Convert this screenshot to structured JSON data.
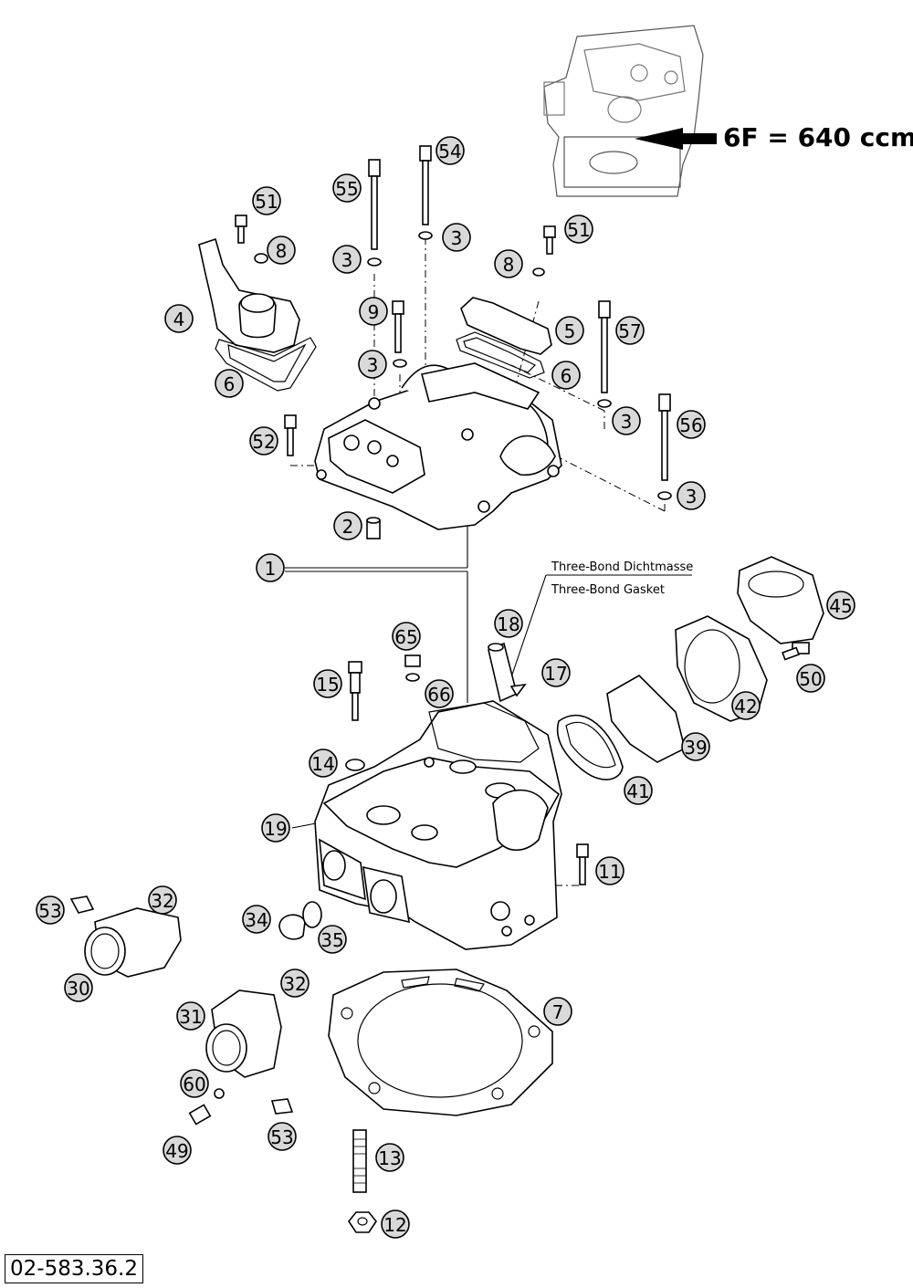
{
  "engine_label": "6F = 640 ccm",
  "sealant_note": {
    "de": "Three-Bond Dichtmasse",
    "en": "Three-Bond Gasket"
  },
  "drawing_number": "02-583.36.2",
  "callouts": [
    "54",
    "55",
    "51",
    "3",
    "3",
    "8",
    "4",
    "9",
    "8",
    "51",
    "5",
    "57",
    "3",
    "6",
    "6",
    "52",
    "3",
    "56",
    "3",
    "2",
    "1",
    "45",
    "65",
    "18",
    "15",
    "66",
    "17",
    "50",
    "42",
    "14",
    "39",
    "41",
    "19",
    "11",
    "32",
    "53",
    "34",
    "35",
    "30",
    "32",
    "31",
    "7",
    "60",
    "53",
    "49",
    "13",
    "12"
  ]
}
